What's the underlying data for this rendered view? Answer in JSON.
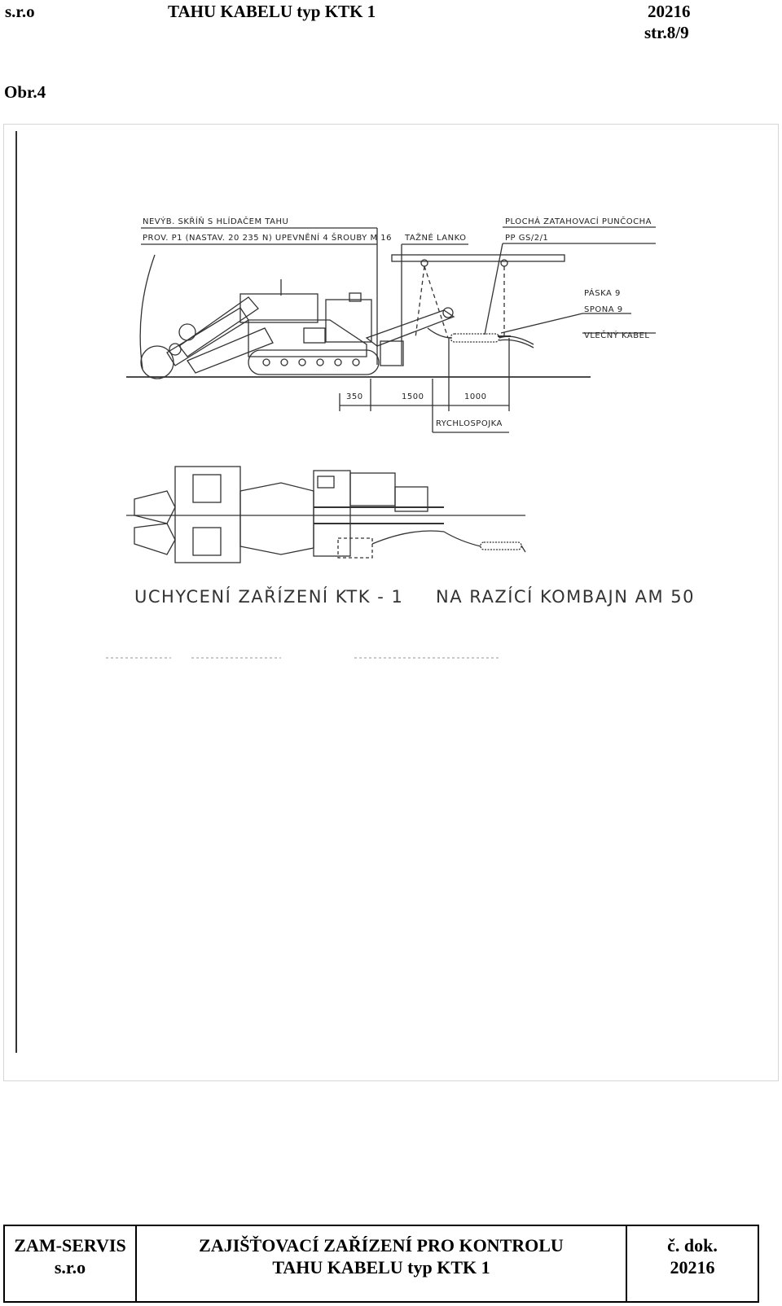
{
  "header": {
    "company": "s.r.o",
    "title": "TAHU KABELU typ KTK 1",
    "doc_number": "20216",
    "page": "str.8/9"
  },
  "figure": {
    "label": "Obr.4",
    "drawing_labels": {
      "housing_line1": "NEVÝB. SKŘÍŇ S HLÍDAČEM TAHU",
      "housing_line2": "PROV. P1 (NASTAV. 20 235 N) UPEVNĚNÍ 4 ŠROUBY M 16",
      "pull_rope": "TAŽNÉ LANKO",
      "sock_line1": "PLOCHÁ ZATAHOVACÍ PUNČOCHA",
      "sock_line2": "PP GS/2/1",
      "tape": "PÁSKA 9",
      "clip": "SPONA 9",
      "trailing_cable": "VLEČNÝ KABEL",
      "dim_350": "350",
      "dim_1500": "1500",
      "dim_1000": "1000",
      "quick_coupling": "RYCHLOSPOJKA"
    },
    "caption_left": "UCHYCENÍ ZAŘÍZENÍ KTK - 1",
    "caption_right": "NA RAZÍCÍ KOMBAJN AM 50"
  },
  "footer": {
    "company_line1": "ZAM-SERVIS",
    "company_line2": "s.r.o",
    "title_line1": "ZAJIŠŤOVACÍ ZAŘÍZENÍ PRO KONTROLU",
    "title_line2": "TAHU KABELU typ KTK 1",
    "doc_label": "č. dok.",
    "doc_number": "20216"
  }
}
